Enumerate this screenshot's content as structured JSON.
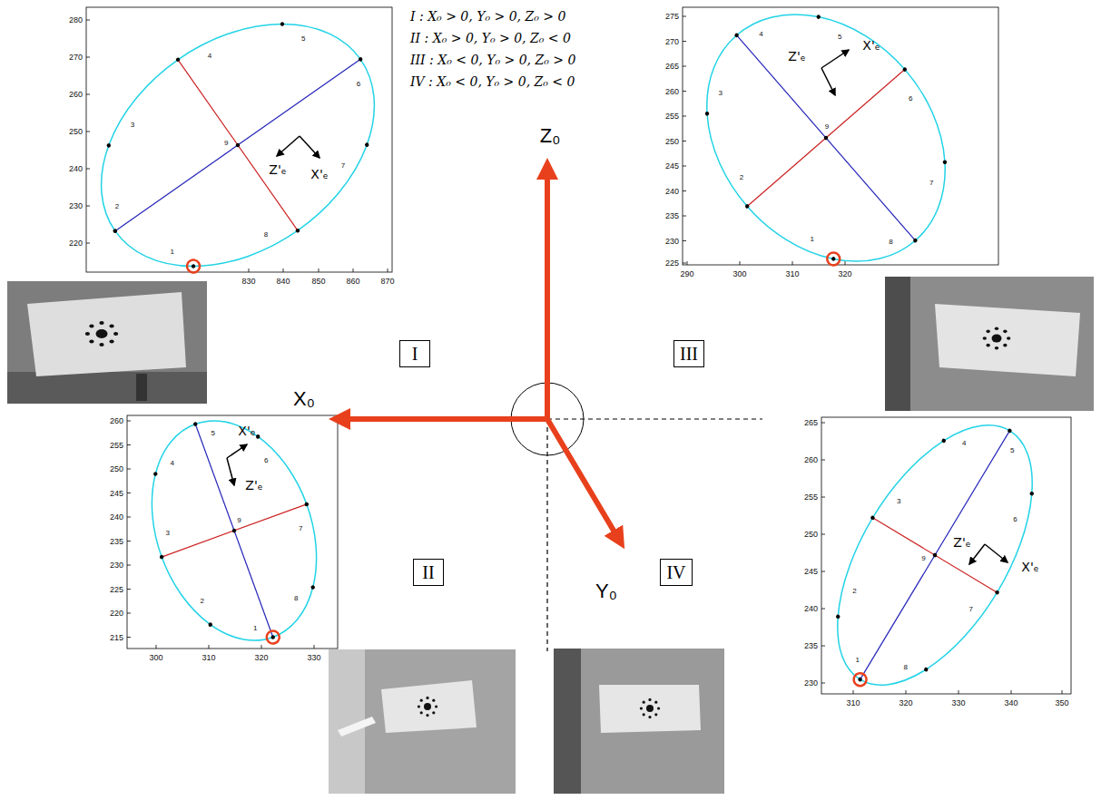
{
  "diagram": {
    "nodes": [
      {
        "text": [
          "I"
        ]
      },
      {
        "text": [
          "III"
        ]
      },
      {
        "text": [
          "II"
        ]
      },
      {
        "text": [
          "IV"
        ]
      }
    ],
    "labels": [
      "I : X₀ > 0, Y₀ > 0, Z₀ > 0",
      "II : X₀ > 0, Y₀ > 0, Z₀ < 0",
      "III : X₀ < 0, Y₀ > 0, Z₀ > 0",
      "IV : X₀ < 0, Y₀ > 0, Z₀ < 0",
      "Z₀",
      "280",
      "270",
      "260",
      "250",
      "240",
      "230",
      "220",
      "830",
      "840",
      "850",
      "860",
      "870",
      "1",
      "2",
      "3",
      "4",
      "5",
      "6",
      "7",
      "8",
      "9",
      "X'ₑ",
      "Z'ₑ",
      "275",
      "270",
      "265",
      "260",
      "255",
      "250",
      "245",
      "240",
      "235",
      "230",
      "225",
      "290",
      "300",
      "310",
      "320",
      "1",
      "2",
      "3",
      "4",
      "5",
      "6",
      "7",
      "8",
      "9",
      "X'ₑ",
      "Z'ₑ",
      "X₀",
      "260",
      "255",
      "250",
      "245",
      "240",
      "235",
      "230",
      "225",
      "220",
      "215",
      "300",
      "310",
      "320",
      "330",
      "1",
      "2",
      "3",
      "4",
      "5",
      "6",
      "7",
      "8",
      "9",
      "X'ₑ",
      "Z'ₑ",
      "Y₀",
      "265",
      "260",
      "255",
      "250",
      "245",
      "240",
      "235",
      "230",
      "310",
      "320",
      "330",
      "340",
      "350",
      "1",
      "2",
      "3",
      "4",
      "5",
      "6",
      "7",
      "8",
      "9",
      "X'ₑ",
      "Z'ₑ"
    ]
  }
}
